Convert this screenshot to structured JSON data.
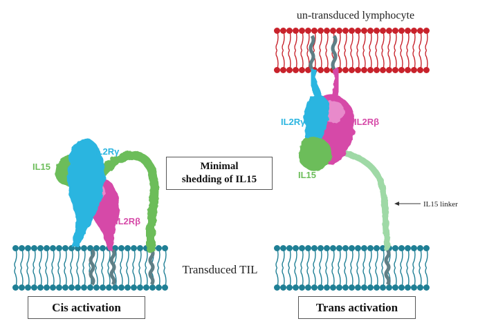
{
  "labels": {
    "untransduced": "un-transduced lymphocyte",
    "transduced": "Transduced TIL",
    "minimal_shedding_line1": "Minimal",
    "minimal_shedding_line2": "shedding of IL15",
    "cis_activation": "Cis activation",
    "trans_activation": "Trans activation",
    "il15_linker": "IL15 linker"
  },
  "proteins": {
    "left": {
      "il2rg": "IL2Rγ",
      "il15": "IL15",
      "il2rb": "IL2Rβ"
    },
    "right": {
      "il2rg": "IL2Rγ",
      "il15": "IL15",
      "il2rb": "IL2Rβ"
    }
  },
  "colors": {
    "membrane_teal": "#1f7f95",
    "membrane_red": "#c8222b",
    "il2rg": "#2bb5e0",
    "il15": "#6cbd5a",
    "il2rb": "#d64aa8",
    "il2rb_light": "#e88acb",
    "linker_light": "#9fd9a6",
    "helix": "#5f7f86"
  }
}
